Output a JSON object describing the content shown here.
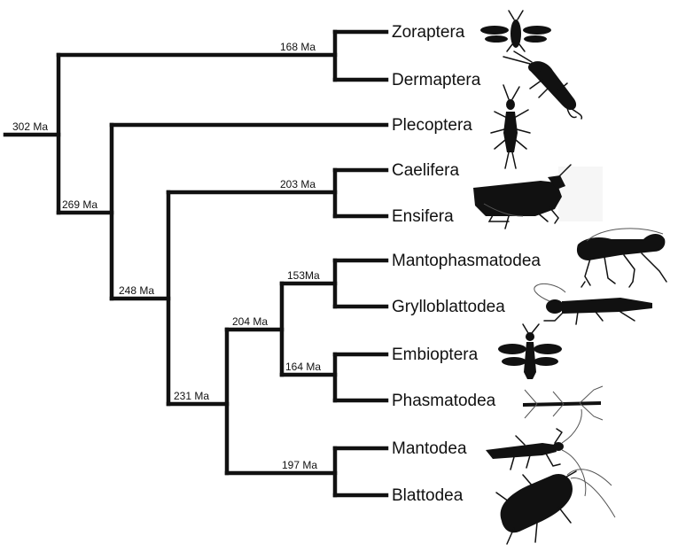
{
  "root_age": "302 Ma",
  "nodes": [
    {
      "id": "n168",
      "age": "168 Ma"
    },
    {
      "id": "n269",
      "age": "269 Ma"
    },
    {
      "id": "n203",
      "age": "203 Ma"
    },
    {
      "id": "n248",
      "age": "248 Ma"
    },
    {
      "id": "n153",
      "age": "153Ma"
    },
    {
      "id": "n204",
      "age": "204 Ma"
    },
    {
      "id": "n164",
      "age": "164 Ma"
    },
    {
      "id": "n231",
      "age": "231 Ma"
    },
    {
      "id": "n197",
      "age": "197 Ma"
    }
  ],
  "taxa": [
    {
      "id": "zoraptera",
      "label": "Zoraptera",
      "icon": "zoraptera-silhouette-icon"
    },
    {
      "id": "dermaptera",
      "label": "Dermaptera",
      "icon": "earwig-silhouette-icon"
    },
    {
      "id": "plecoptera",
      "label": "Plecoptera",
      "icon": "stonefly-silhouette-icon"
    },
    {
      "id": "caelifera",
      "label": "Caelifera",
      "icon": "grasshopper-silhouette-icon"
    },
    {
      "id": "ensifera",
      "label": "Ensifera",
      "icon": "grasshopper-silhouette-icon"
    },
    {
      "id": "mantophasmatodea",
      "label": "Mantophasmatodea",
      "icon": "heel-walker-silhouette-icon"
    },
    {
      "id": "grylloblattodea",
      "label": "Grylloblattodea",
      "icon": "ice-crawler-silhouette-icon"
    },
    {
      "id": "embioptera",
      "label": "Embioptera",
      "icon": "webspinner-silhouette-icon"
    },
    {
      "id": "phasmatodea",
      "label": "Phasmatodea",
      "icon": "stick-insect-silhouette-icon"
    },
    {
      "id": "mantodea",
      "label": "Mantodea",
      "icon": "mantis-silhouette-icon"
    },
    {
      "id": "blattodea",
      "label": "Blattodea",
      "icon": "cockroach-silhouette-icon"
    }
  ]
}
